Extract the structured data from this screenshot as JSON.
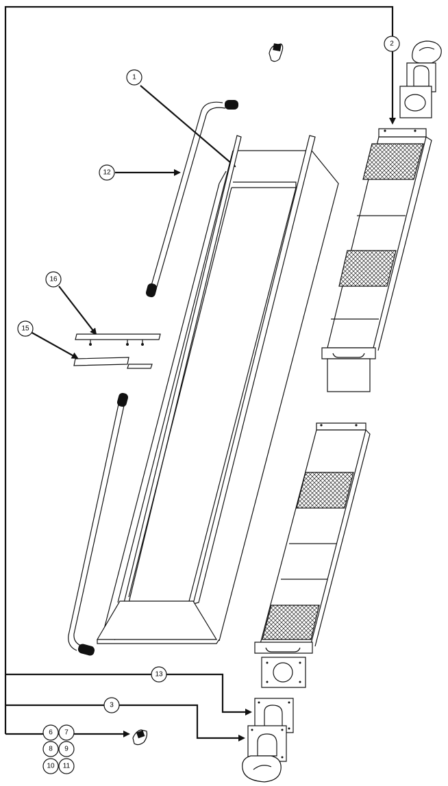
{
  "callouts": [
    {
      "id": "callout-1",
      "label": "1"
    },
    {
      "id": "callout-2",
      "label": "2"
    },
    {
      "id": "callout-3",
      "label": "3"
    },
    {
      "id": "callout-6",
      "label": "6"
    },
    {
      "id": "callout-7",
      "label": "7"
    },
    {
      "id": "callout-8",
      "label": "8"
    },
    {
      "id": "callout-9",
      "label": "9"
    },
    {
      "id": "callout-10",
      "label": "10"
    },
    {
      "id": "callout-11",
      "label": "11"
    },
    {
      "id": "callout-12",
      "label": "12"
    },
    {
      "id": "callout-13",
      "label": "13"
    },
    {
      "id": "callout-15",
      "label": "15"
    },
    {
      "id": "callout-16",
      "label": "16"
    }
  ]
}
